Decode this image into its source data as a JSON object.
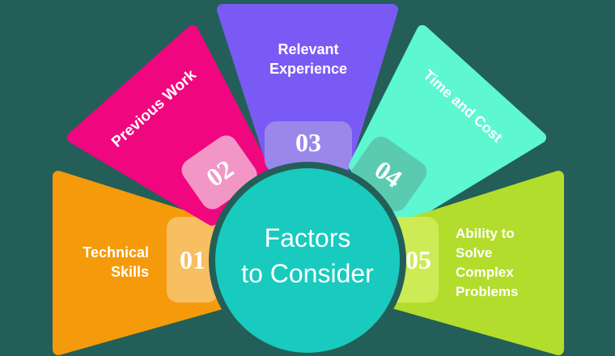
{
  "title_line1": "Factors",
  "title_line2": "to Consider",
  "factors": [
    {
      "number": "01",
      "lines": [
        "Technical",
        "Skills"
      ],
      "color": "#F59A0B"
    },
    {
      "number": "02",
      "lines": [
        "Previous Work"
      ],
      "color": "#F0067F"
    },
    {
      "number": "03",
      "lines": [
        "Relevant",
        "Experience"
      ],
      "color": "#7A5AF4"
    },
    {
      "number": "04",
      "lines": [
        "Time and Cost"
      ],
      "color": "#5DF7D2"
    },
    {
      "number": "05",
      "lines": [
        "Ability to",
        "Solve",
        "Complex",
        "Problems"
      ],
      "color": "#B3DD2C"
    }
  ],
  "colors": {
    "background": "#235f58",
    "center": "#19CABF"
  }
}
